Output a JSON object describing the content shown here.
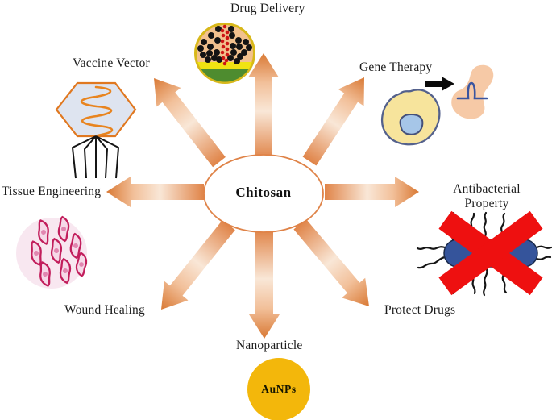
{
  "figure_type": "radial-application-diagram",
  "center_label": "Chitosan",
  "labels": {
    "drug_delivery": "Drug Delivery",
    "vaccine_vector": "Vaccine Vector",
    "gene_therapy": "Gene Therapy",
    "tissue_engineering": "Tissue Engineering",
    "antibacterial_property": "Antibacterial Property",
    "wound_healing": "Wound Healing",
    "protect_drugs": "Protect Drugs",
    "nanoparticle": "Nanoparticle"
  },
  "nanoparticle_badge": "AuNPs",
  "arrow_directions": [
    "up",
    "up-right",
    "right",
    "down-right",
    "down",
    "down-left",
    "left",
    "up-left"
  ],
  "icons": {
    "drug_delivery": "drug-loaded-nanosphere-icon",
    "vaccine_vector": "bacteriophage-icon",
    "gene_therapy": "cell-arrow-tissue-icon",
    "antibacterial_property": "crossed-out-bacterium-icon",
    "wound_healing": "fibroblast-cells-icon",
    "nanoparticle": "gold-nanoparticle-icon"
  },
  "colors": {
    "arrow_orange_dark": "#DF8245",
    "arrow_orange_light": "#F9E7D7",
    "ellipse_border": "#DF8348",
    "gold_nanoparticle": "#F3B70B",
    "bacterium_blue": "#35549B",
    "cross_red": "#EE1010",
    "cell_yellow": "#F7E49C",
    "nucleus_blue": "#A6C6E8",
    "tissue_peach": "#F6C9A6",
    "wound_cell_pink": "#C21E5C",
    "phage_head_fill": "#DEE4F0",
    "phage_border": "#E07820",
    "sphere_peach": "#F2C18E",
    "sphere_green": "#4E8C2F",
    "sphere_yellow": "#F0E312"
  }
}
